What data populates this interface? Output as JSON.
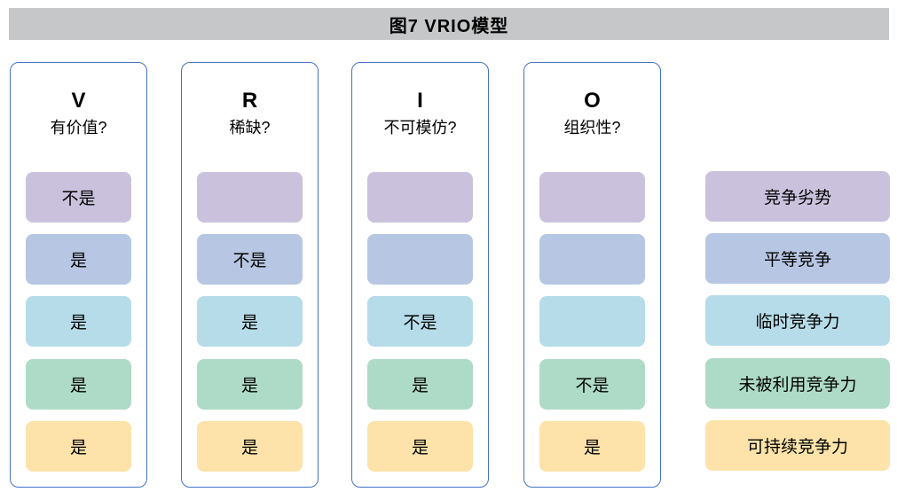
{
  "title": "图7  VRIO模型",
  "columns": [
    {
      "letter": "V",
      "question": "有价值?",
      "cells": [
        "不是",
        "是",
        "是",
        "是",
        "是"
      ]
    },
    {
      "letter": "R",
      "question": "稀缺?",
      "cells": [
        "",
        "不是",
        "是",
        "是",
        "是"
      ]
    },
    {
      "letter": "I",
      "question": "不可模仿?",
      "cells": [
        "",
        "",
        "不是",
        "是",
        "是"
      ]
    },
    {
      "letter": "O",
      "question": "组织性?",
      "cells": [
        "",
        "",
        "",
        "不是",
        "是"
      ]
    }
  ],
  "results": [
    "竞争劣势",
    "平等竞争",
    "临时竞争力",
    "未被利用竞争力",
    "可持续竞争力"
  ],
  "row_colors": [
    "#cac2dd",
    "#b7c7e3",
    "#b6dce9",
    "#aedbc7",
    "#fde3aa"
  ],
  "colors": {
    "header_bar": "#c6c7c9",
    "column_border": "#4472c4",
    "text": "#000000",
    "background": "#ffffff"
  }
}
